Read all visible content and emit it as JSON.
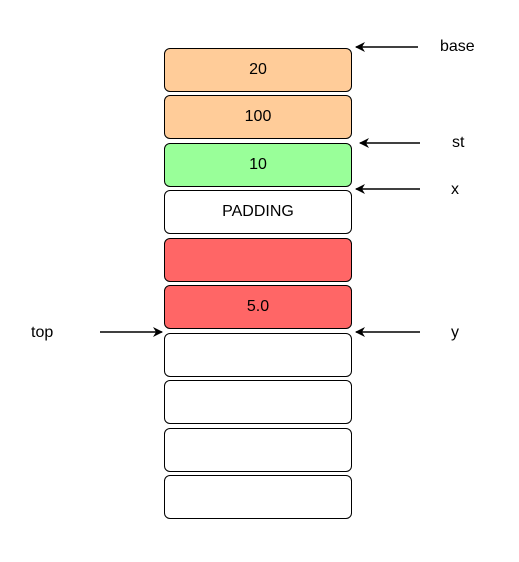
{
  "colors": {
    "orange": "#FFCC99",
    "green": "#99FF99",
    "white": "#FFFFFF",
    "red": "#FF6666",
    "stroke": "#000000"
  },
  "stack": {
    "cells": [
      {
        "text": "20",
        "fill": "#FFCC99"
      },
      {
        "text": "100",
        "fill": "#FFCC99"
      },
      {
        "text": "10",
        "fill": "#99FF99"
      },
      {
        "text": "PADDING",
        "fill": "#FFFFFF"
      },
      {
        "text": "",
        "fill": "#FF6666"
      },
      {
        "text": "5.0",
        "fill": "#FF6666"
      },
      {
        "text": "",
        "fill": "#FFFFFF"
      },
      {
        "text": "",
        "fill": "#FFFFFF"
      },
      {
        "text": "",
        "fill": "#FFFFFF"
      },
      {
        "text": "",
        "fill": "#FFFFFF"
      }
    ]
  },
  "pointers": {
    "base": "base",
    "st": "st",
    "x": "x",
    "top": "top",
    "y": "y"
  }
}
